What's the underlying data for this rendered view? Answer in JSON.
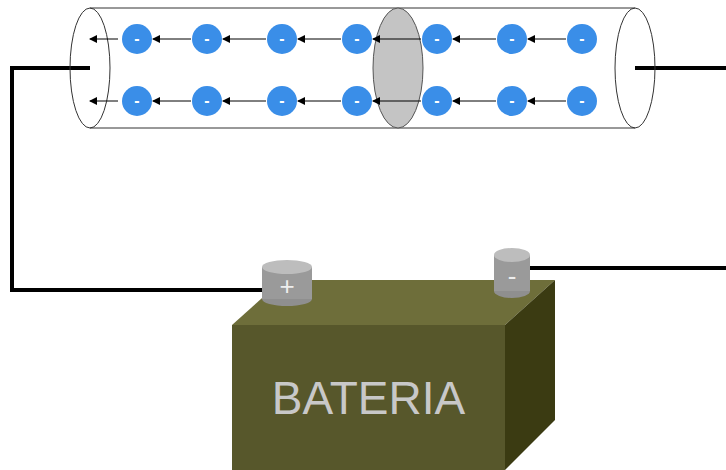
{
  "diagram": {
    "nodes": [
      {
        "text": [
          "-"
        ]
      },
      {
        "text": [
          "-"
        ]
      },
      {
        "text": [
          "-"
        ]
      },
      {
        "text": [
          "-"
        ]
      },
      {
        "text": [
          "-"
        ]
      },
      {
        "text": [
          "-"
        ]
      },
      {
        "text": [
          "-"
        ]
      },
      {
        "text": [
          "-"
        ]
      },
      {
        "text": [
          "-"
        ]
      },
      {
        "text": [
          "-"
        ]
      },
      {
        "text": [
          "-"
        ]
      },
      {
        "text": [
          "-"
        ]
      },
      {
        "text": [
          "-"
        ]
      },
      {
        "text": [
          "-"
        ]
      },
      {
        "text": [
          "+"
        ]
      },
      {
        "text": [
          "-"
        ]
      },
      {
        "text": [
          "BATERIA"
        ]
      }
    ],
    "edges": [
      {
        "from": 1,
        "to": 0,
        "arrow": "to"
      },
      {
        "from": 2,
        "to": 1,
        "arrow": "to"
      },
      {
        "from": 3,
        "to": 2,
        "arrow": "to"
      },
      {
        "from": 4,
        "to": 3,
        "arrow": "to"
      },
      {
        "from": 5,
        "to": 4,
        "arrow": "to"
      },
      {
        "from": 6,
        "to": 5,
        "arrow": "to"
      },
      {
        "from": 8,
        "to": 7,
        "arrow": "to"
      },
      {
        "from": 9,
        "to": 8,
        "arrow": "to"
      },
      {
        "from": 10,
        "to": 9,
        "arrow": "to"
      },
      {
        "from": 11,
        "to": 10,
        "arrow": "to"
      },
      {
        "from": 12,
        "to": 11,
        "arrow": "to"
      },
      {
        "from": 13,
        "to": 12,
        "arrow": "to"
      }
    ]
  }
}
